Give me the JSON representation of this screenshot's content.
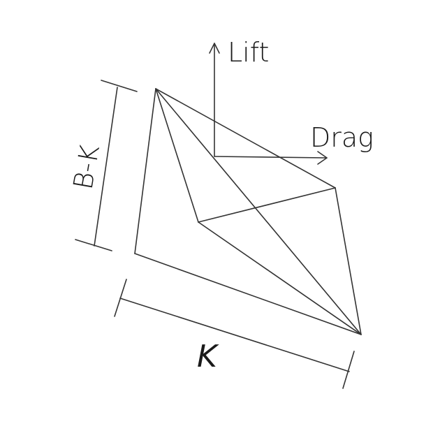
{
  "labels": {
    "lift": "Lift",
    "drag": "Drag",
    "side": "B-K",
    "base": "K"
  },
  "colors": {
    "stroke": "#333333",
    "text": "#1a1a1a",
    "background": "#ffffff"
  }
}
